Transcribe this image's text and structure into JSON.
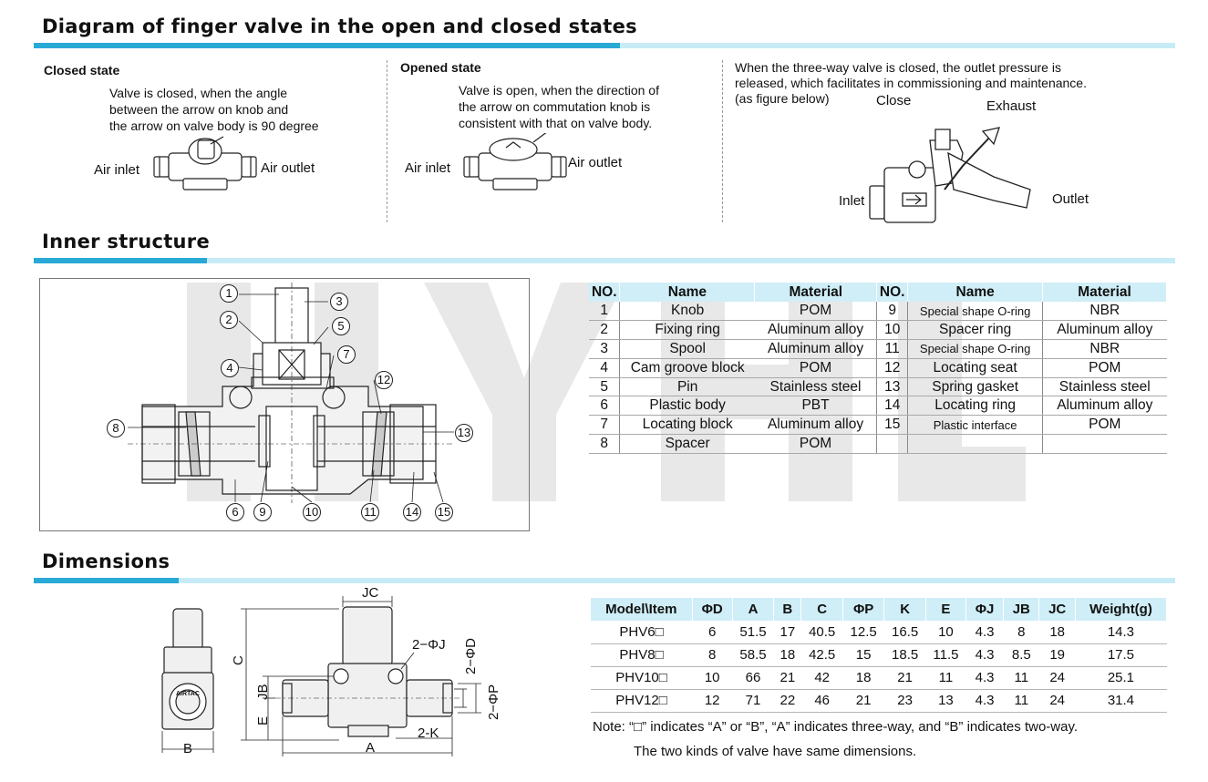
{
  "sections": {
    "diagram": {
      "title": "Diagram of finger valve in the open and closed states",
      "closed": {
        "title": "Closed state",
        "desc": "Valve is closed, when the angle\nbetween the arrow on knob and\nthe arrow on valve body is 90 degree",
        "air_inlet": "Air inlet",
        "air_outlet": "Air outlet"
      },
      "opened": {
        "title": "Opened state",
        "desc": "Valve is open, when the direction of\nthe arrow on commutation knob is\nconsistent with that on valve body.",
        "air_inlet": "Air inlet",
        "air_outlet": "Air outlet"
      },
      "three_way": {
        "desc": "When the three-way valve is closed, the outlet pressure is\nreleased, which facilitates in commissioning and maintenance.\n(as figure below)",
        "close": "Close",
        "exhaust": "Exhaust",
        "inlet": "Inlet",
        "outlet": "Outlet"
      }
    },
    "inner": {
      "title": "Inner structure",
      "callouts": [
        "1",
        "2",
        "3",
        "4",
        "5",
        "6",
        "7",
        "8",
        "9",
        "10",
        "11",
        "12",
        "13",
        "14",
        "15"
      ]
    },
    "dimensions": {
      "title": "Dimensions",
      "dim_labels": {
        "b": "B",
        "c": "C",
        "jc": "JC",
        "jb": "JB",
        "e": "E",
        "a": "A",
        "two_k": "2-K",
        "two_j": "2−ΦJ",
        "two_d": "2−ΦD",
        "two_p": "2−ΦP",
        "brand": "AIRTAC"
      }
    }
  },
  "parts_table": {
    "headers": [
      "NO.",
      "Name",
      "Material",
      "NO.",
      "Name",
      "Material"
    ],
    "rows": [
      [
        "1",
        "Knob",
        "POM",
        "9",
        "Special shape O-ring",
        "NBR"
      ],
      [
        "2",
        "Fixing ring",
        "Aluminum alloy",
        "10",
        "Spacer ring",
        "Aluminum alloy"
      ],
      [
        "3",
        "Spool",
        "Aluminum alloy",
        "11",
        "Special shape O-ring",
        "NBR"
      ],
      [
        "4",
        "Cam groove block",
        "POM",
        "12",
        "Locating seat",
        "POM"
      ],
      [
        "5",
        "Pin",
        "Stainless steel",
        "13",
        "Spring gasket",
        "Stainless steel"
      ],
      [
        "6",
        "Plastic body",
        "PBT",
        "14",
        "Locating ring",
        "Aluminum alloy"
      ],
      [
        "7",
        "Locating block",
        "Aluminum alloy",
        "15",
        "Plastic interface",
        "POM"
      ],
      [
        "8",
        "Spacer",
        "POM",
        "",
        "",
        ""
      ]
    ]
  },
  "dim_table": {
    "headers": [
      "Model\\Item",
      "ΦD",
      "A",
      "B",
      "C",
      "ΦP",
      "K",
      "E",
      "ΦJ",
      "JB",
      "JC",
      "Weight(g)"
    ],
    "rows": [
      [
        "PHV6□",
        "6",
        "51.5",
        "17",
        "40.5",
        "12.5",
        "16.5",
        "10",
        "4.3",
        "8",
        "18",
        "14.3"
      ],
      [
        "PHV8□",
        "8",
        "58.5",
        "18",
        "42.5",
        "15",
        "18.5",
        "11.5",
        "4.3",
        "8.5",
        "19",
        "17.5"
      ],
      [
        "PHV10□",
        "10",
        "66",
        "21",
        "42",
        "18",
        "21",
        "11",
        "4.3",
        "11",
        "24",
        "25.1"
      ],
      [
        "PHV12□",
        "12",
        "71",
        "22",
        "46",
        "21",
        "23",
        "13",
        "4.3",
        "11",
        "24",
        "31.4"
      ]
    ],
    "note1": "Note: “□” indicates “A” or “B”, “A” indicates three-way, and “B” indicates two-way.",
    "note2": "The two kinds of valve have same dimensions."
  },
  "colors": {
    "accent": "#29a9d6",
    "accent_light": "#c7ebf6",
    "header_fill": "#cfeef7"
  }
}
